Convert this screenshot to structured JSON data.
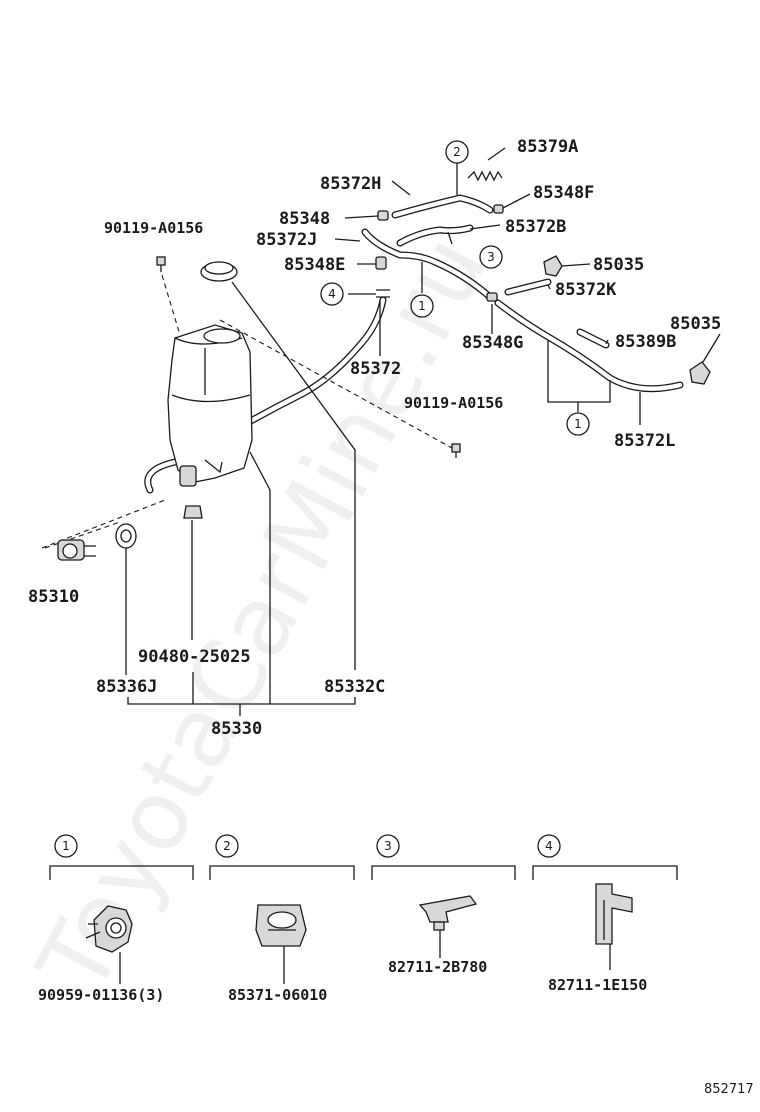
{
  "watermark": "ToyotaCarMine.ru",
  "diagram_ref": "852717",
  "callout_numbers": [
    "1",
    "2",
    "3",
    "4"
  ],
  "part_numbers": {
    "p85379A": "85379A",
    "p85372H": "85372H",
    "p85348F": "85348F",
    "p85348": "85348",
    "p85372B": "85372B",
    "p85372J": "85372J",
    "p90119_A0156_top": "90119-A0156",
    "p85348E": "85348E",
    "p85035_top": "85035",
    "p85372K": "85372K",
    "p85035_right": "85035",
    "p85348G": "85348G",
    "p85389B": "85389B",
    "p85372": "85372",
    "p90119_A0156_mid": "90119-A0156",
    "p85372L": "85372L",
    "p85310": "85310",
    "p90480_25025": "90480-25025",
    "p85336J": "85336J",
    "p85332C": "85332C",
    "p85330": "85330"
  },
  "clip_parts": {
    "c1": "90959-01136(3)",
    "c2": "85371-06010",
    "c3": "82711-2B780",
    "c4": "82711-1E150"
  }
}
